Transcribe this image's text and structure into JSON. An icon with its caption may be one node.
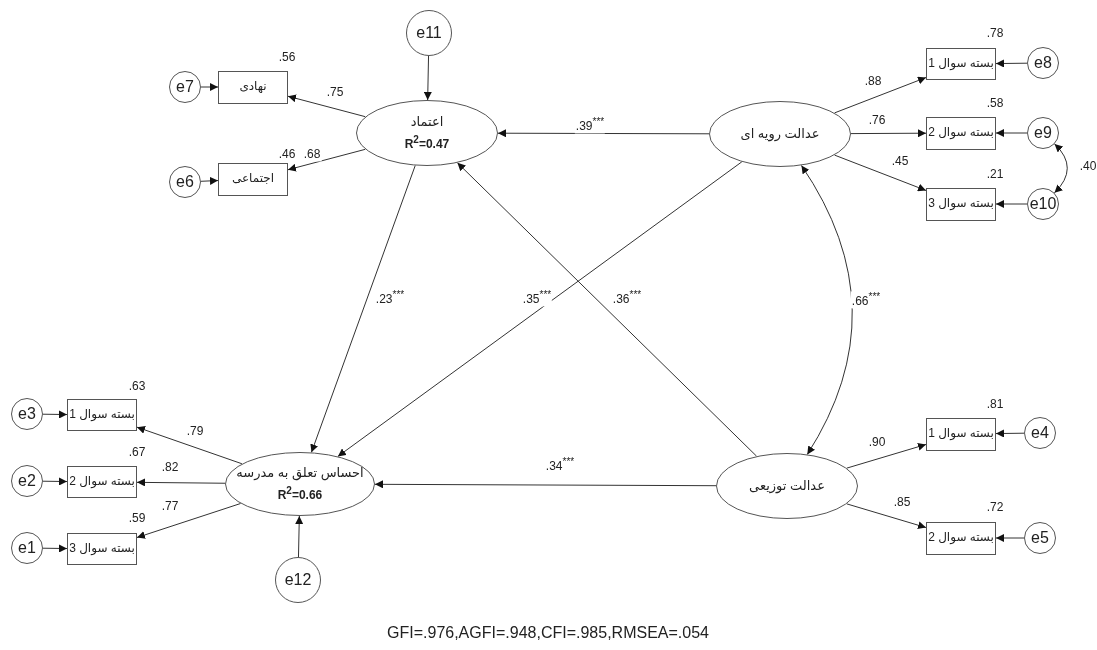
{
  "diagram": {
    "nodes": [
      {
        "text": [
          "e11"
        ]
      },
      {
        "text": [
          "e7"
        ]
      },
      {
        "text": [
          "نهادی"
        ]
      },
      {
        "text": [
          "اعتماد",
          "R$^{2}$=0.47"
        ]
      },
      {
        "text": [
          "e6"
        ]
      },
      {
        "text": [
          "اجتماعی"
        ]
      },
      {
        "text": [
          "عدالت رویه ای"
        ]
      },
      {
        "text": [
          "بسته سوال 1"
        ]
      },
      {
        "text": [
          "e8"
        ]
      },
      {
        "text": [
          "بسته سوال 2"
        ]
      },
      {
        "text": [
          "e9"
        ]
      },
      {
        "text": [
          "بسته سوال 3"
        ]
      },
      {
        "text": [
          "e10"
        ]
      },
      {
        "text": [
          "e3"
        ]
      },
      {
        "text": [
          "بسته سوال 1"
        ]
      },
      {
        "text": [
          "e2"
        ]
      },
      {
        "text": [
          "بسته سوال 2"
        ]
      },
      {
        "text": [
          "e1"
        ]
      },
      {
        "text": [
          "بسته سوال 3"
        ]
      },
      {
        "text": [
          "احساس تعلق به مدرسه",
          "R$^{2}$=0.66"
        ]
      },
      {
        "text": [
          "e12"
        ]
      },
      {
        "text": [
          "عدالت توزیعی"
        ]
      },
      {
        "text": [
          "بسته سوال 1"
        ]
      },
      {
        "text": [
          "e4"
        ]
      },
      {
        "text": [
          "بسته سوال 2"
        ]
      },
      {
        "text": [
          "e5"
        ]
      }
    ],
    "edges": [
      {
        "from": 0,
        "to": 3,
        "arrow": "to"
      },
      {
        "from": 3,
        "to": 2,
        "arrow": "to",
        "label": ".75"
      },
      {
        "from": 3,
        "to": 5,
        "arrow": "to",
        "label": ".68"
      },
      {
        "from": 1,
        "to": 2,
        "arrow": "to"
      },
      {
        "from": 4,
        "to": 5,
        "arrow": "to"
      },
      {
        "from": 6,
        "to": 3,
        "arrow": "to",
        "label": ".39$^{***}$"
      },
      {
        "from": 6,
        "to": 7,
        "arrow": "to",
        "label": ".88"
      },
      {
        "from": 6,
        "to": 9,
        "arrow": "to",
        "label": ".76"
      },
      {
        "from": 6,
        "to": 11,
        "arrow": "to",
        "label": ".45"
      },
      {
        "from": 8,
        "to": 7,
        "arrow": "to"
      },
      {
        "from": 10,
        "to": 9,
        "arrow": "to"
      },
      {
        "from": 12,
        "to": 11,
        "arrow": "to"
      },
      {
        "from": 10,
        "to": 12,
        "arrow": "both",
        "label": ".40"
      },
      {
        "from": 3,
        "to": 19,
        "arrow": "to",
        "label": ".23$^{***}$"
      },
      {
        "from": 6,
        "to": 19,
        "arrow": "to",
        "label": ".35$^{***}$"
      },
      {
        "from": 21,
        "to": 3,
        "arrow": "to",
        "label": ".36$^{***}$"
      },
      {
        "from": 6,
        "to": 21,
        "arrow": "both",
        "label": ".66$^{***}$"
      },
      {
        "from": 21,
        "to": 19,
        "arrow": "to",
        "label": ".34$^{***}$"
      },
      {
        "from": 19,
        "to": 14,
        "arrow": "to",
        "label": ".79"
      },
      {
        "from": 19,
        "to": 16,
        "arrow": "to",
        "label": ".82"
      },
      {
        "from": 19,
        "to": 18,
        "arrow": "to",
        "label": ".77"
      },
      {
        "from": 13,
        "to": 14,
        "arrow": "to"
      },
      {
        "from": 15,
        "to": 16,
        "arrow": "to"
      },
      {
        "from": 17,
        "to": 18,
        "arrow": "to"
      },
      {
        "from": 20,
        "to": 19,
        "arrow": "to"
      },
      {
        "from": 21,
        "to": 22,
        "arrow": "to",
        "label": ".90"
      },
      {
        "from": 21,
        "to": 24,
        "arrow": "to",
        "label": ".85"
      },
      {
        "from": 23,
        "to": 22,
        "arrow": "to"
      },
      {
        "from": 25,
        "to": 24,
        "arrow": "to"
      }
    ],
    "labels": [
      ".56",
      ".46",
      ".78",
      ".58",
      ".21",
      ".63",
      ".67",
      ".59",
      ".81",
      ".72"
    ],
    "caption": "GFI=.976,AGFI=.948,CFI=.985,RMSEA=.054"
  }
}
